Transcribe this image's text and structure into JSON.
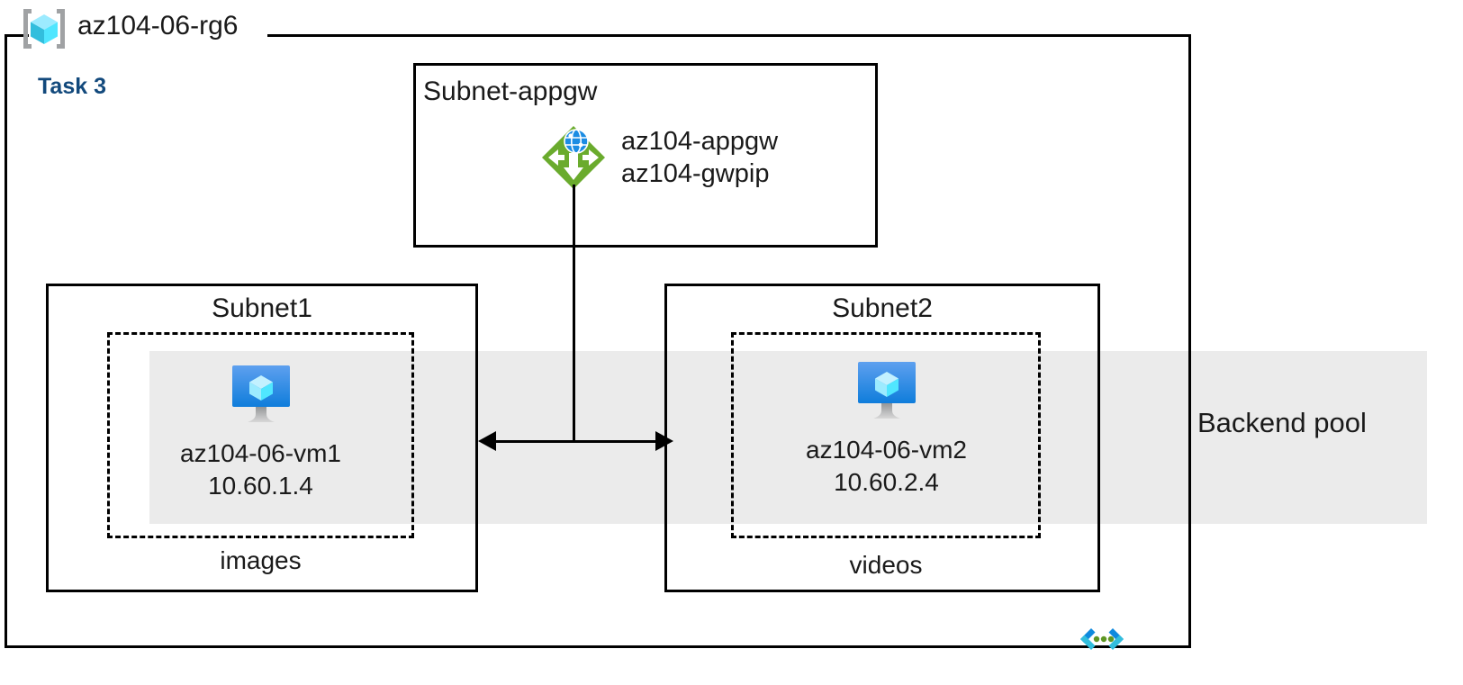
{
  "diagram": {
    "resource_group": {
      "name": "az104-06-rg6",
      "icon": "resource-group-cube-icon"
    },
    "task_label": "Task 3",
    "task_color": "#12497c",
    "backend_pool": {
      "label": "Backend pool",
      "band_color": "#ebebeb"
    },
    "subnets": [
      {
        "id": "appgw",
        "title": "Subnet-appgw",
        "title_align": "left",
        "resource": {
          "icon": "application-gateway-icon",
          "icon_color": "#6aab2d",
          "lines": [
            "az104-appgw",
            "az104-gwpip"
          ]
        }
      },
      {
        "id": "subnet1",
        "title": "Subnet1",
        "title_align": "center",
        "footer": "images",
        "vm": {
          "icon": "virtual-machine-icon",
          "name": "az104-06-vm1",
          "ip": "10.60.1.4"
        }
      },
      {
        "id": "subnet2",
        "title": "Subnet2",
        "title_align": "center",
        "footer": "videos",
        "vm": {
          "icon": "virtual-machine-icon",
          "name": "az104-06-vm2",
          "ip": "10.60.2.4"
        }
      }
    ],
    "footer_icon": "code-brackets-icon",
    "colors": {
      "line": "#000000",
      "text": "#1a1a1a",
      "band": "#ebebeb",
      "appgw_green": "#6aab2d",
      "vm_blue": "#1b8ce3",
      "cube_cyan": "#50e6ff",
      "bracket_gray": "#a0a2a4",
      "code_blue": "#0f8ade",
      "code_cyan": "#32bedd",
      "code_green": "#5e9624"
    }
  }
}
